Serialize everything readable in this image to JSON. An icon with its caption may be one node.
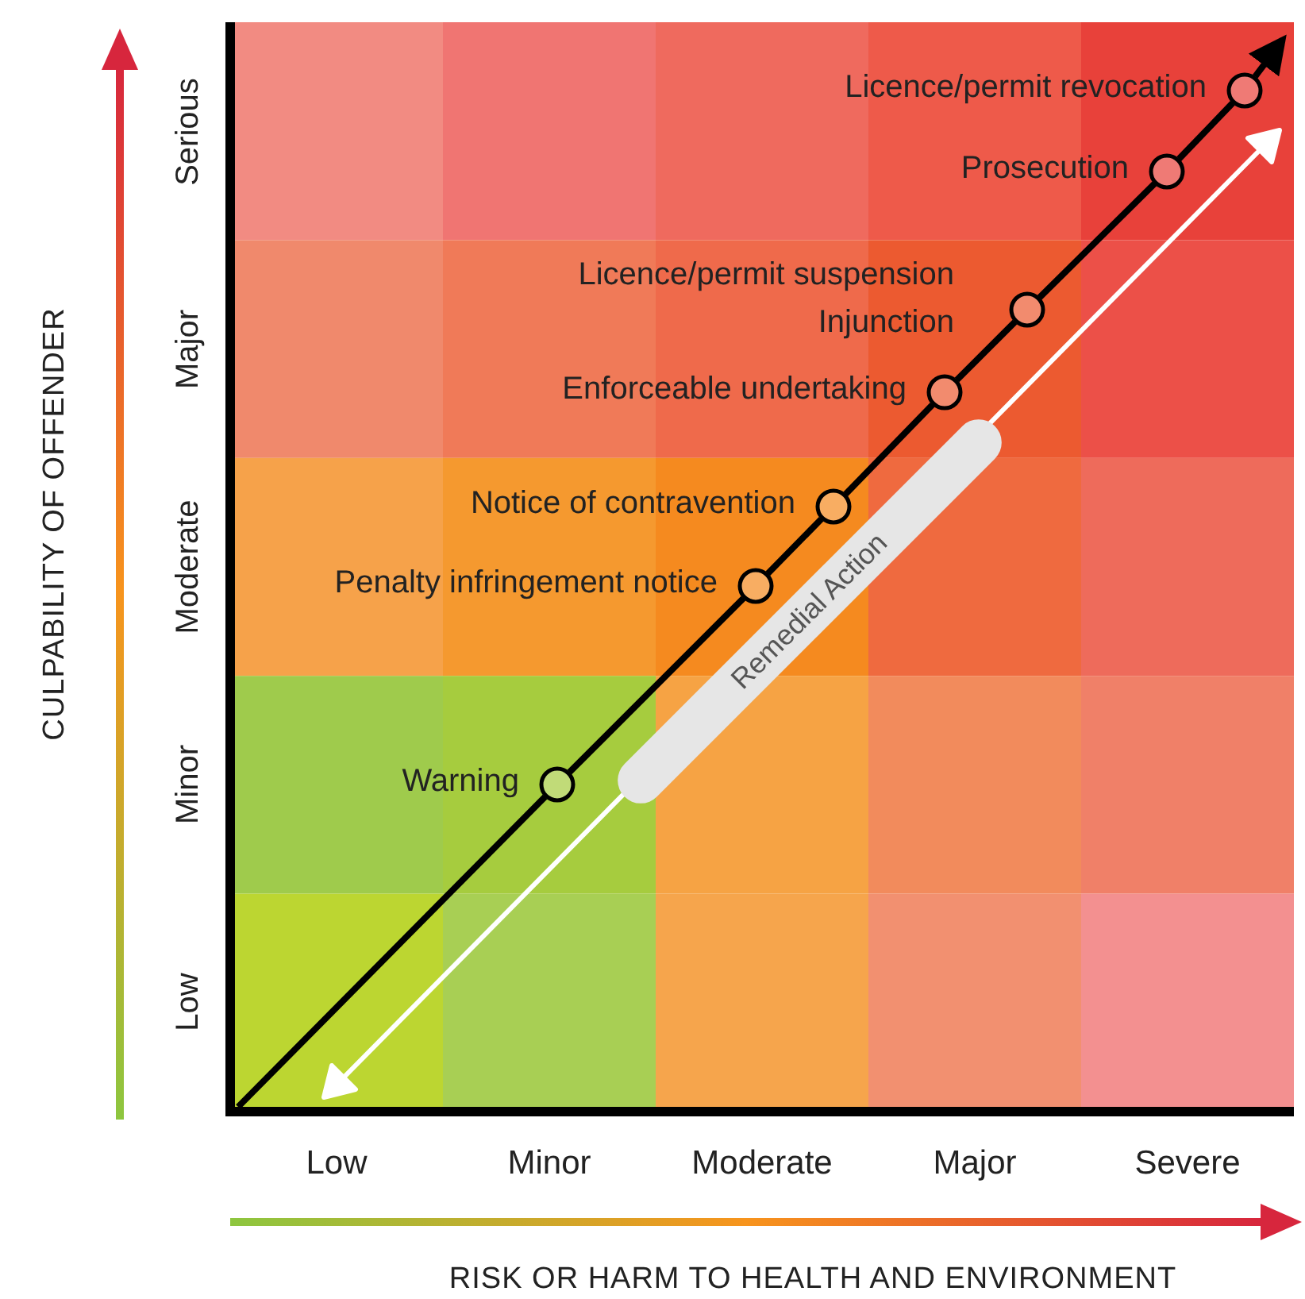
{
  "diagram": {
    "nodes": [
      {
        "text": [],
        "shape": "circle",
        "beside": [
          "Warning"
        ]
      },
      {
        "text": [],
        "shape": "circle",
        "beside": [
          "Penalty infringement notice"
        ]
      },
      {
        "text": [],
        "shape": "circle",
        "beside": [
          "Notice of contravention"
        ]
      },
      {
        "text": [],
        "shape": "circle",
        "beside": [
          "Enforceable undertaking"
        ]
      },
      {
        "text": [],
        "shape": "circle",
        "beside": [
          "Licence/permit suspension",
          "Injunction"
        ]
      },
      {
        "text": [],
        "shape": "circle",
        "beside": [
          "Prosecution"
        ]
      },
      {
        "text": [],
        "shape": "circle",
        "beside": [
          "Licence/permit revocation"
        ]
      }
    ],
    "edges": [
      {
        "from": null,
        "to": 0,
        "arrow": "none"
      },
      {
        "from": 0,
        "to": 1,
        "arrow": "none"
      },
      {
        "from": 1,
        "to": 2,
        "arrow": "none"
      },
      {
        "from": 2,
        "to": 3,
        "arrow": "none"
      },
      {
        "from": 3,
        "to": 4,
        "arrow": "none"
      },
      {
        "from": 4,
        "to": 5,
        "arrow": "none"
      },
      {
        "from": 5,
        "to": 6,
        "arrow": "none"
      },
      {
        "from": 6,
        "to": null,
        "arrow": "to"
      }
    ],
    "labels": [
      "CULPABILITY OF OFFENDER",
      "Serious",
      "Major",
      "Moderate",
      "Minor",
      "Low",
      "Remedial Action",
      "Low",
      "Minor",
      "Moderate",
      "Major",
      "Severe",
      "RISK OR HARM TO HEALTH AND ENVIRONMENT"
    ]
  }
}
